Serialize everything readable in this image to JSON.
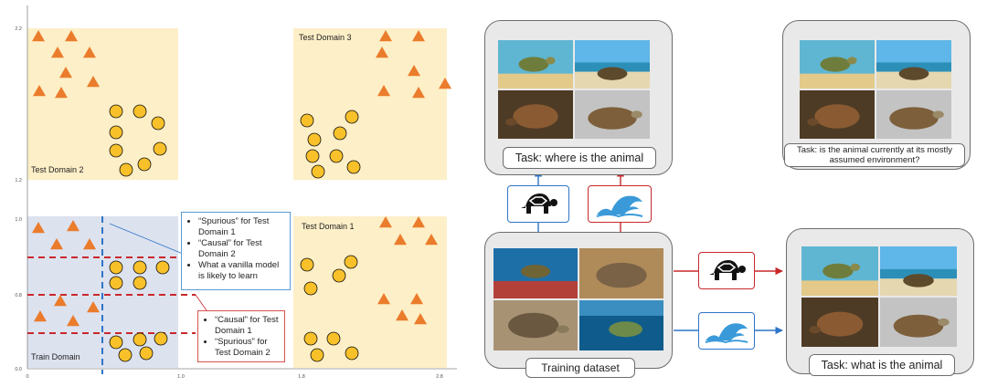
{
  "left_plot": {
    "x_ticks": [
      "0",
      "1.0",
      "1.8",
      "2.8"
    ],
    "y_ticks": [
      "0.0",
      "0.8",
      "1.0",
      "1.2",
      "2.2"
    ],
    "domains": {
      "test_domain_2": "Test Domain 2",
      "test_domain_3": "Test Domain 3",
      "test_domain_1": "Test Domain 1",
      "train_domain": "Train Domain"
    },
    "colors": {
      "test_region": "#fdefc7",
      "train_region": "#dde2ef",
      "triangle": "#ea7c2c",
      "circle": "#f8c12a",
      "blue_line": "#2e75c7",
      "red_line": "#c9282b"
    },
    "callout_blue": [
      "“Spurious” for Test Domain 1",
      "“Causal” for Test Domain 2",
      "What a vanilla model is likely to learn"
    ],
    "callout_red": [
      "“Causal” for Test Domain 1",
      "“Spurious” for Test Domain 2"
    ]
  },
  "right_diagram": {
    "task_where": "Task: where is the animal",
    "task_environment": "Task: is the animal currently at its mostly assumed environment?",
    "training_dataset": "Training dataset",
    "task_what": "Task: what is the animal",
    "icons": [
      "turtle-icon",
      "wave-icon"
    ],
    "colors": {
      "blue_arrow": "#2e75c7",
      "red_arrow": "#c9282b",
      "panel": "#e9e9e9"
    }
  }
}
